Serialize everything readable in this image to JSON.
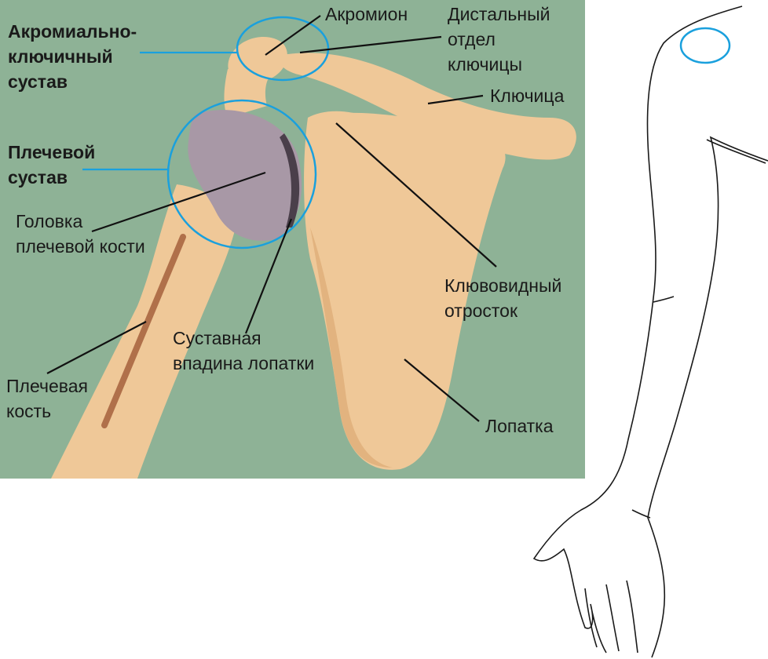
{
  "colors": {
    "background_panel": "#8eb296",
    "bone": "#efc898",
    "bone_shade": "#e2b37f",
    "humeral_head": "#a898a6",
    "highlight_circle": "#1aa0dd",
    "leader_line": "#111111",
    "humerus_marker": "#b0704a",
    "outline": "#1a1a1a"
  },
  "labels": {
    "ac_joint": [
      "Акромиально-",
      "ключичный",
      "сустав"
    ],
    "shoulder_joint": [
      "Плечевой",
      "сустав"
    ],
    "humeral_head": [
      "Головка",
      "плечевой кости"
    ],
    "humerus": [
      "Плечевая",
      "кость"
    ],
    "acromion": [
      "Акромион"
    ],
    "distal_clavicle": [
      "Дистальный",
      "отдел",
      "ключицы"
    ],
    "clavicle": [
      "Ключица"
    ],
    "coracoid": [
      "Клювовидный",
      "отросток"
    ],
    "glenoid": [
      "Суставная",
      "впадина лопатки"
    ],
    "scapula": [
      "Лопатка"
    ]
  },
  "icons": {
    "arm_figure": "arm-outline-icon",
    "shoulder_marker": "shoulder-location-icon"
  }
}
